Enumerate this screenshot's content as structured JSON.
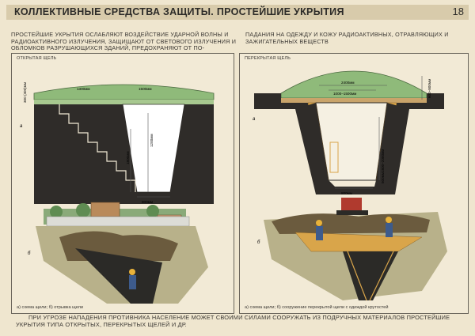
{
  "header": {
    "title": "КОЛЛЕКТИВНЫЕ СРЕДСТВА ЗАЩИТЫ. ПРОСТЕЙШИЕ УКРЫТИЯ",
    "page_number": "18"
  },
  "intro": {
    "left": "Простейшие укрытия ослабляют воздействие ударной волны и радиоактивного излучения, защищают от светового излучения и обломков разрушающихся зданий, предохраняют от по-",
    "right": "падания на одежду и кожу радиоактивных, отравляющих и зажигательных веществ"
  },
  "left_panel": {
    "label": "Открытая щель",
    "fig_a": "а",
    "fig_b": "б",
    "dims": {
      "soil": "300 (400)мм",
      "top_w1": "1300мм",
      "top_w2": "1500мм",
      "depth1": "1800мм",
      "depth2": "1200мм",
      "bottom": "800мм"
    },
    "caption": "а) схема щели; б) отрывка щели"
  },
  "right_panel": {
    "label": "Перекрытая щель",
    "fig_a": "а",
    "fig_b": "б",
    "dims": {
      "top": "2400мм",
      "inner": "1000–1500мм",
      "soil": "600–800мм",
      "depth": "1800–2000мм",
      "sill": "500мм",
      "bottom": "800мм"
    },
    "caption": "а) схема щели; б) сооружение перекрытой щели с одеждой крутостей"
  },
  "footer": {
    "text": "При угрозе нападения противника население может своими силами сооружать из подручных материалов простейшие укрытия типа открытых, перекрытых щелей и др."
  },
  "colors": {
    "paper": "#efe6cf",
    "earth": "#2f2c29",
    "grass": "#8fba7a",
    "wood": "#d9a54a",
    "clay": "#b07a4a"
  }
}
